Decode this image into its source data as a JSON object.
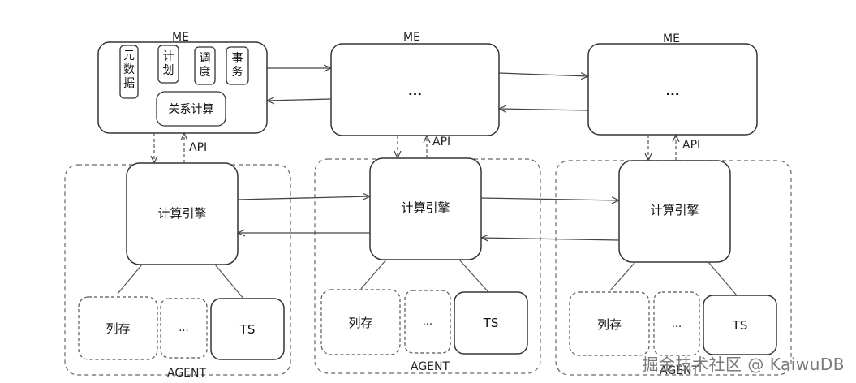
{
  "me_nodes": [
    {
      "label": "ME",
      "content": "",
      "sub_items": [
        "元\n数\n据",
        "计\n划",
        "调\n度",
        "事\n务"
      ],
      "relational": "关系计算"
    },
    {
      "label": "ME",
      "content": "..."
    },
    {
      "label": "ME",
      "content": "..."
    }
  ],
  "api_label": "API",
  "agents": [
    {
      "label": "AGENT",
      "engine": "计算引擎",
      "column_store": "列存",
      "ellipsis": "...",
      "ts": "TS"
    },
    {
      "label": "AGENT",
      "engine": "计算引擎",
      "column_store": "列存",
      "ellipsis": "...",
      "ts": "TS"
    },
    {
      "label": "AGENT",
      "engine": "计算引擎",
      "column_store": "列存",
      "ellipsis": "...",
      "ts": "TS"
    }
  ],
  "watermark": "掘金技术社区 @ KaiwuDB"
}
